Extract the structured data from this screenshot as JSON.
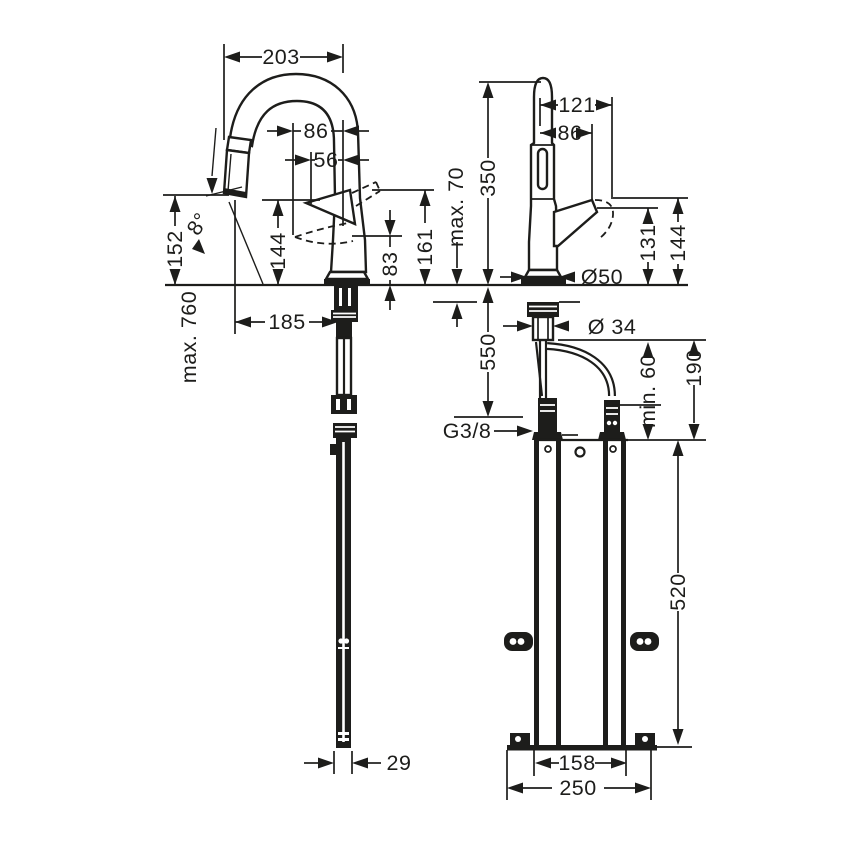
{
  "drawing": {
    "kind": "faucet installation dimension drawing",
    "units": "mm",
    "style": {
      "ink": "#1d1d1b",
      "paper": "#ffffff"
    }
  },
  "side_view": {
    "labels": {
      "spout_reach": "203",
      "handle_to_back": "86",
      "handle_to_front": "56",
      "outlet_height": "152",
      "spray_angle": "8°",
      "handle_height": "144",
      "handle_raised_height": "161",
      "handle_lowered_height": "83",
      "pullout_hose_extension": "max. 760",
      "reach_at_deck": "185",
      "hose_unit_width": "29"
    }
  },
  "front_view": {
    "labels": {
      "handle_raised_reach": "121",
      "handle_reach": "86",
      "spout_height": "350",
      "max_counter_thickness": "max. 70",
      "handle_tip_height": "131",
      "handle_raised_tip_height": "144",
      "escutcheon_diameter": "Ø50",
      "shank_diameter": "Ø 34",
      "hose_length": "550",
      "supply_connection": "G3/8",
      "min_clearance": "min. 60",
      "connection_drop": "190",
      "bracket_height": "520",
      "bracket_width": "158",
      "baseplate_width": "250"
    }
  }
}
